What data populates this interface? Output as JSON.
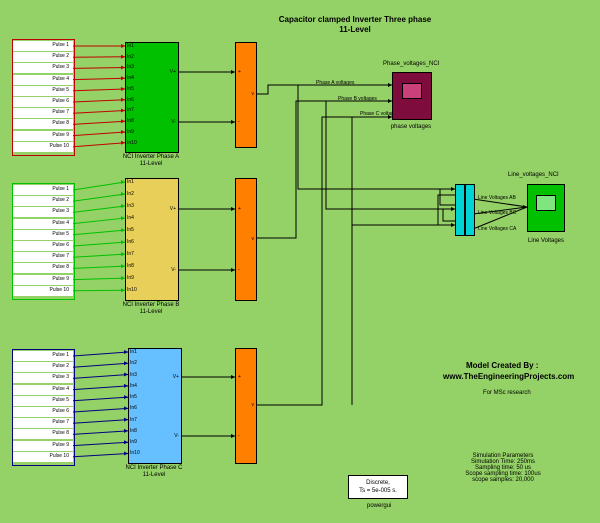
{
  "title": [
    "Capacitor clamped Inverter Three phase",
    "11-Level"
  ],
  "pulses": [
    "Pulse 1",
    "Pulse 2",
    "Pulse 3",
    "Pulse 4",
    "Pulse 5",
    "Pulse 6",
    "Pulse 7",
    "Pulse 8",
    "Pulse 9",
    "Pulse 10"
  ],
  "inputs": [
    "In1",
    "In2",
    "In3",
    "In4",
    "In5",
    "In6",
    "In7",
    "In8",
    "In9",
    "In10"
  ],
  "phases": [
    {
      "name": "NCI Inverter Phase A",
      "sub": "11-Level",
      "color": "#00c000",
      "wire": "#c00000"
    },
    {
      "name": "NCI Inverter Phase B",
      "sub": "11-Level",
      "color": "#e8cf59",
      "wire": "#00c000"
    },
    {
      "name": "NCI Inverter Phase C",
      "sub": "11-Level",
      "color": "#66bfff",
      "wire": "#000080"
    }
  ],
  "inverter_ports": {
    "plus": "V+",
    "minus": "V-"
  },
  "converter_ports": {
    "plus": "+",
    "v": "v",
    "minus": "-"
  },
  "phase_labels": [
    "Phase A voltages",
    "Phase B voltages",
    "Phase C voltages"
  ],
  "scope1": {
    "title": "Phase_voltages_NCI",
    "caption": "phase voltages",
    "color": "#7e0d3e"
  },
  "scope2": {
    "title": "Line_voltages_NCI",
    "caption": "Line Voltages",
    "color": "#00c000"
  },
  "line_labels": [
    "Line Voltages AB",
    "Line Voltages BC",
    "Line Voltages CA"
  ],
  "credit": {
    "line1": "Model Created By :",
    "line2": "www.TheEngineeringProjects.com",
    "note": "For MSc research"
  },
  "params": [
    "Simulation Parameters",
    "Simulation Time: 250ms",
    "Sampling time: 50 us",
    "Scope sampling time: 100us",
    "scope samples: 20,000"
  ],
  "powergui": {
    "line1": "Discrete,",
    "line2": "Ts = 5e-005 s.",
    "caption": "powergui"
  },
  "colors": {
    "background": "#94d166",
    "converter": "#ff8000",
    "mux": "#00d3d3"
  }
}
